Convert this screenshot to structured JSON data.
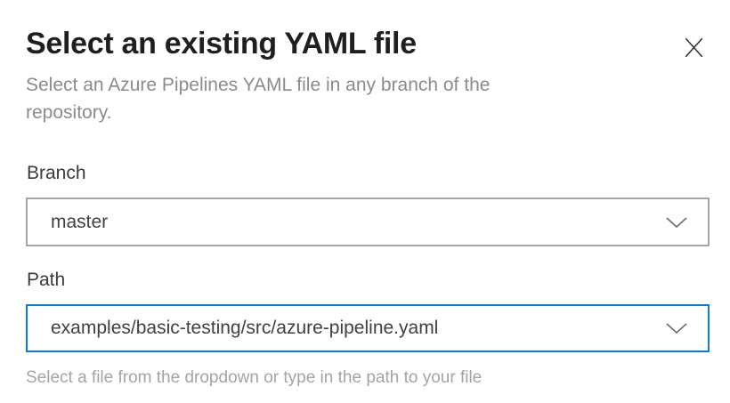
{
  "dialog": {
    "title": "Select an existing YAML file",
    "subtitle": "Select an Azure Pipelines YAML file in any branch of the repository."
  },
  "fields": {
    "branch": {
      "label": "Branch",
      "value": "master"
    },
    "path": {
      "label": "Path",
      "value": "examples/basic-testing/src/azure-pipeline.yaml",
      "helper": "Select a file from the dropdown or type in the path to your file"
    }
  },
  "icons": {
    "close": "close-icon",
    "chevron": "chevron-down-icon"
  },
  "colors": {
    "accent_blue": "#0b7bd4",
    "border_gray": "#a6a6a6",
    "title_text": "#1f1f1f",
    "muted_text": "#8c8b8a",
    "helper_text": "#a6a4a2"
  }
}
